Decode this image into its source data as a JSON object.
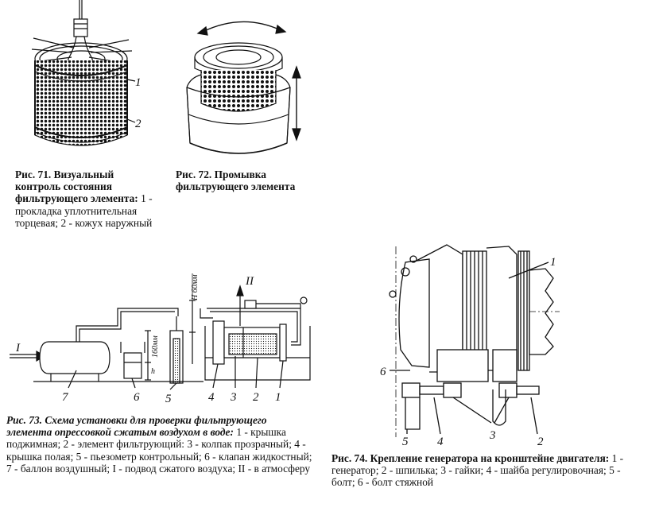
{
  "fig71": {
    "title": "Рис. 71. Визуальный контроль состояния фильтрующего элемента:",
    "body": "1 - прокладка уплотнительная торцевая; 2 - кожух наружный",
    "labels": [
      "1",
      "2"
    ]
  },
  "fig72": {
    "title": "Рис. 72. Промывка фильтрующего элемента"
  },
  "fig73": {
    "title": "Рис. 73. Схема установки для проверки фильтрующего элемента опрессовкой сжатым воздухом в воде:",
    "body": "1 - крышка поджимная; 2 - элемент фильтрующий: 3 - колпак прозрачный; 4 - крышка полая; 5 - пьезометр контрольный; 6 - клапан жидкостный; 7 - баллон воздушный; I - подвод сжатого воздуха; II - в атмосферу",
    "labels": [
      "1",
      "2",
      "3",
      "4",
      "5",
      "6",
      "7",
      "I",
      "II"
    ],
    "dims": [
      "H 60мм",
      "160мм",
      "h"
    ]
  },
  "fig74": {
    "title": "Рис. 74. Крепление генератора на кронштейне двигателя:",
    "body": "1 - генератор; 2 - шпилька; 3 - гайки; 4 - шайба регулировочная; 5 - болт; 6 - болт стяжной",
    "labels": [
      "1",
      "2",
      "3",
      "4",
      "5",
      "6"
    ]
  },
  "colors": {
    "ink": "#111111",
    "paper": "#ffffff"
  }
}
